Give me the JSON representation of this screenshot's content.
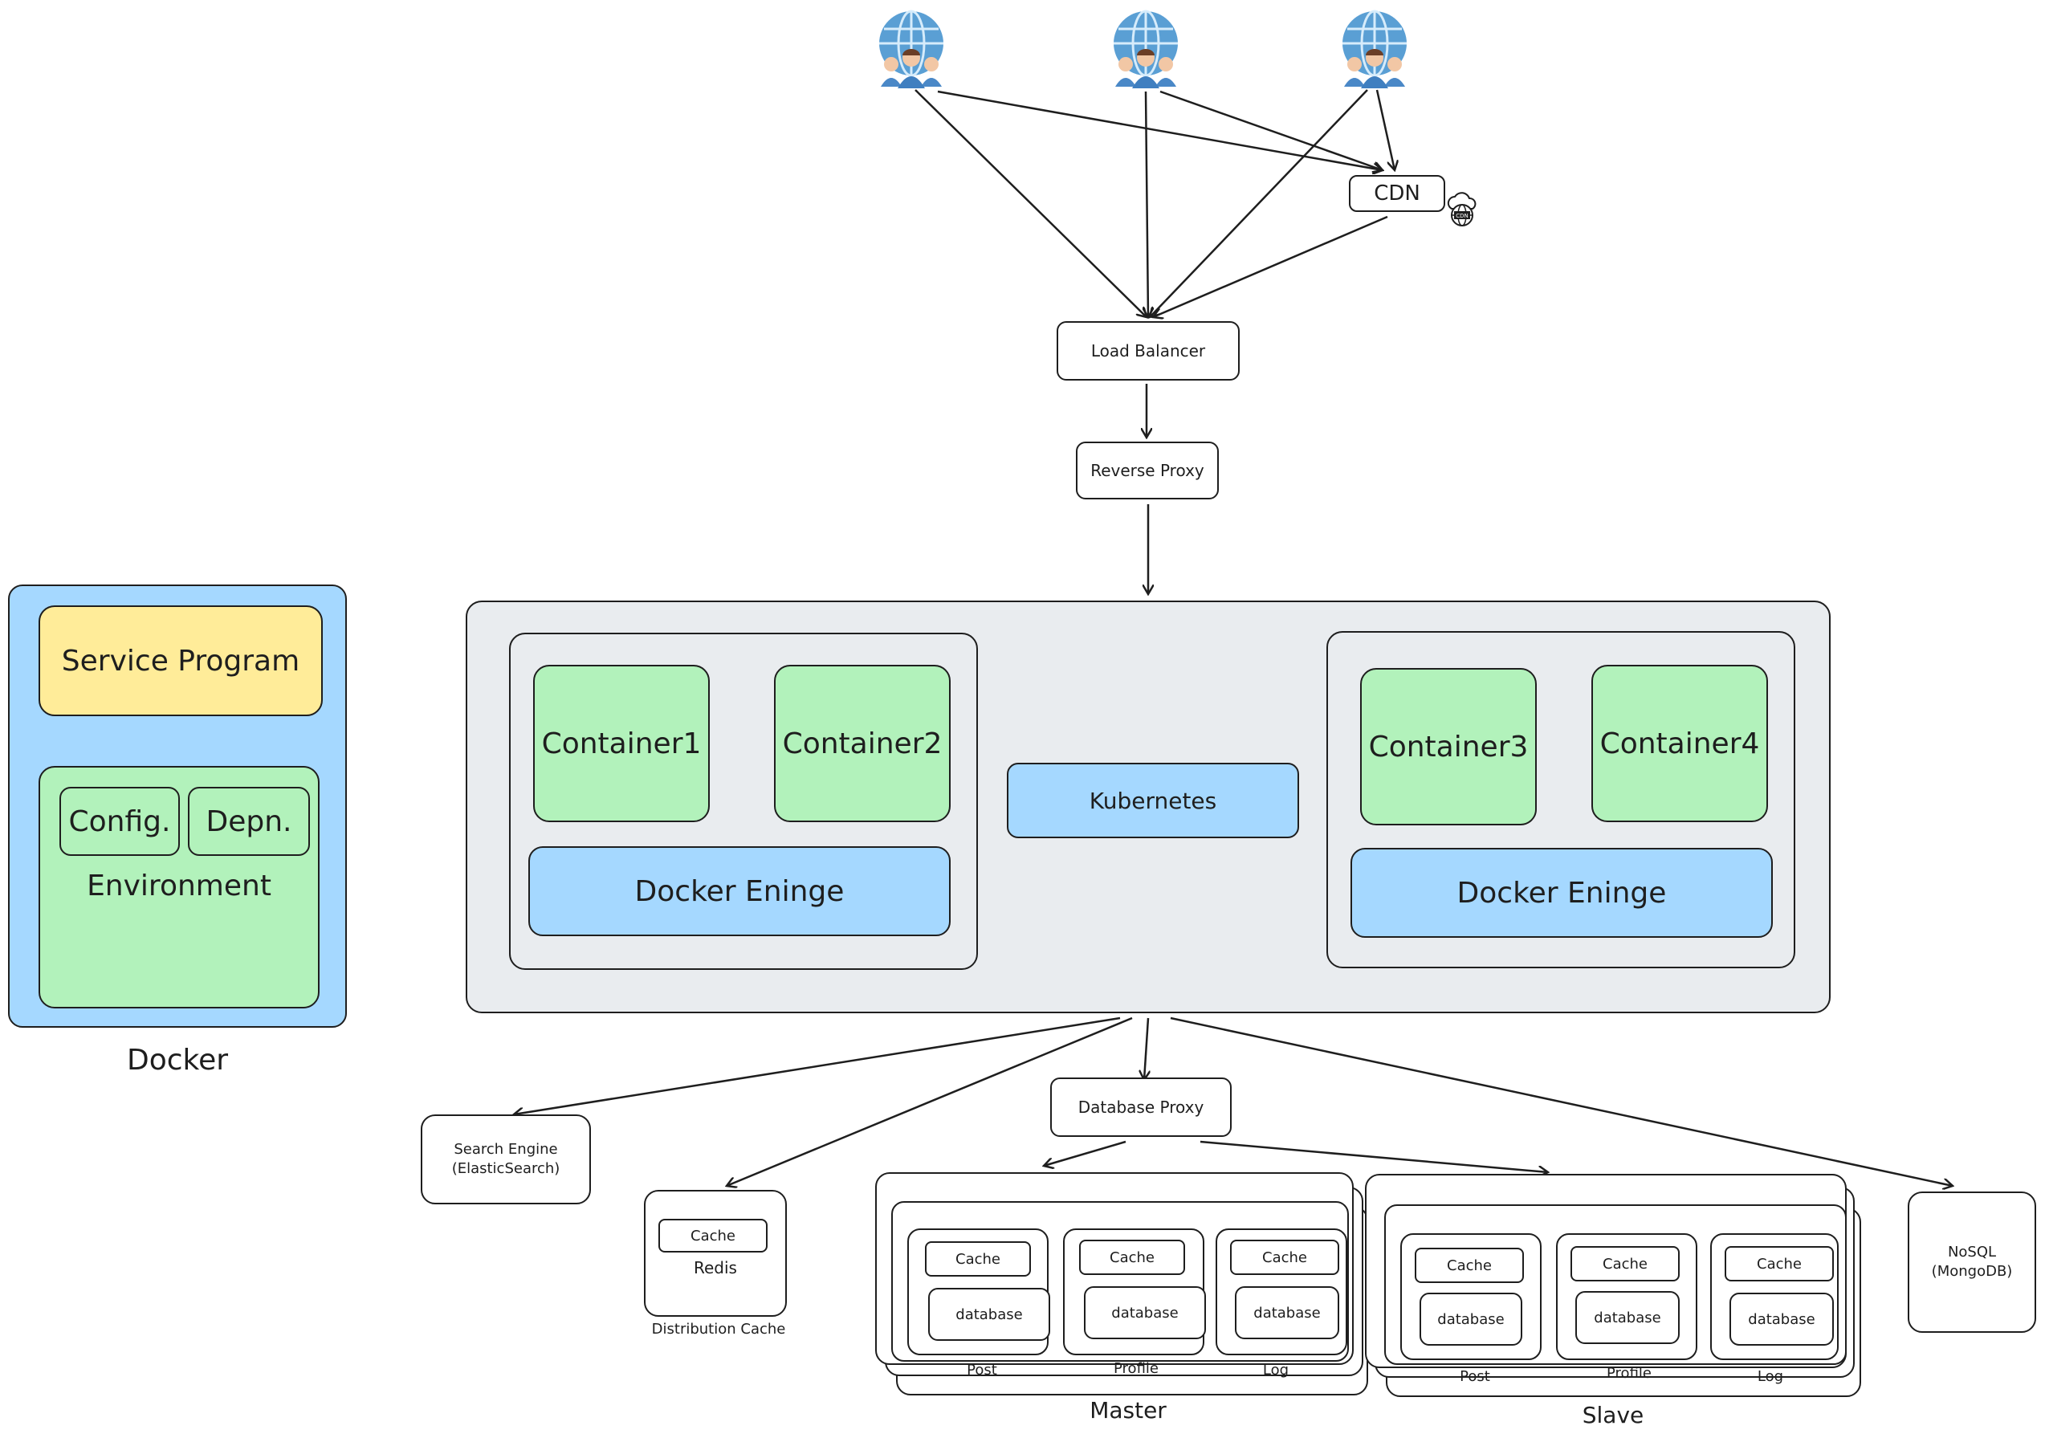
{
  "users": [
    {
      "icon": "users-globe-icon"
    },
    {
      "icon": "users-globe-icon"
    },
    {
      "icon": "users-globe-icon"
    }
  ],
  "cdn": {
    "label": "CDN",
    "icon": "cdn-cloud-icon"
  },
  "load_balancer": "Load Balancer",
  "reverse_proxy": "Reverse Proxy",
  "docker_legend": {
    "title": "Docker",
    "service": "Service Program",
    "config": "Config.",
    "depn": "Depn.",
    "environment": "Environment"
  },
  "cluster": {
    "left": {
      "containers": [
        "Container1",
        "Container2"
      ],
      "engine": "Docker Eninge"
    },
    "right": {
      "containers": [
        "Container3",
        "Container4"
      ],
      "engine": "Docker Eninge"
    },
    "orchestrator": "Kubernetes"
  },
  "database_proxy": "Database Proxy",
  "search_engine": {
    "line1": "Search Engine",
    "line2": "(ElasticSearch)"
  },
  "redis": {
    "cache": "Cache",
    "name": "Redis",
    "caption": "Distribution Cache"
  },
  "nosql": {
    "line1": "NoSQL",
    "line2": "(MongoDB)"
  },
  "master": {
    "title": "Master",
    "shards": [
      {
        "cache": "Cache",
        "db": "database",
        "label": "Post"
      },
      {
        "cache": "Cache",
        "db": "database",
        "label": "Profile"
      },
      {
        "cache": "Cache",
        "db": "database",
        "label": "Log"
      }
    ]
  },
  "slave": {
    "title": "Slave",
    "shards": [
      {
        "cache": "Cache",
        "db": "database",
        "label": "Post"
      },
      {
        "cache": "Cache",
        "db": "database",
        "label": "Profile"
      },
      {
        "cache": "Cache",
        "db": "database",
        "label": "Log"
      }
    ]
  },
  "colors": {
    "green": "#b2f2bb",
    "blue": "#a5d8ff",
    "yellow": "#ffec99",
    "gray": "#e9ecef",
    "stroke": "#1e1e1e"
  }
}
